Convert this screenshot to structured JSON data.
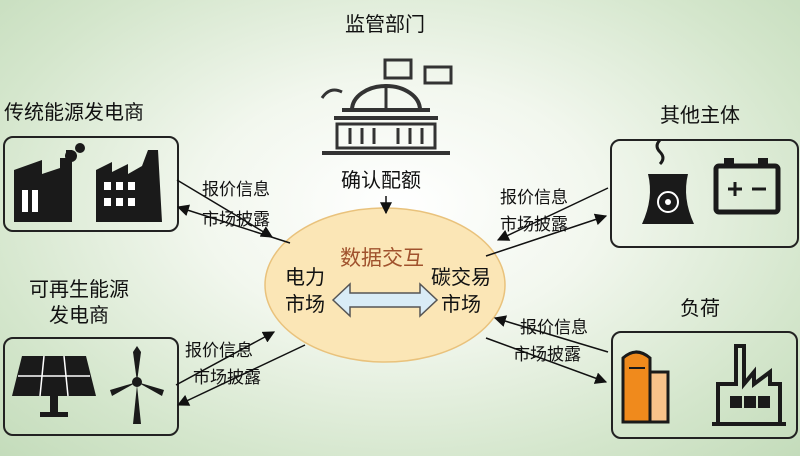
{
  "nodes": {
    "regulator": "监管部门",
    "confirm_quota": "确认配额",
    "traditional": "传统能源发电商",
    "renewable_line1": "可再生能源",
    "renewable_line2": "发电商",
    "others": "其他主体",
    "load": "负荷"
  },
  "center": {
    "title": "数据交互",
    "power_market_line1": "电力",
    "power_market_line2": "市场",
    "carbon_market_line1": "碳交易",
    "carbon_market_line2": "市场"
  },
  "edges": {
    "quote_info": "报价信息",
    "market_disclosure": "市场披露"
  },
  "colors": {
    "ellipse_fill": "#fbe6b6",
    "ellipse_stroke": "#e9c27c",
    "arrow_fill": "#d9ecf6",
    "battery_accent": "#f08a1c",
    "title_text": "#a0522d"
  }
}
